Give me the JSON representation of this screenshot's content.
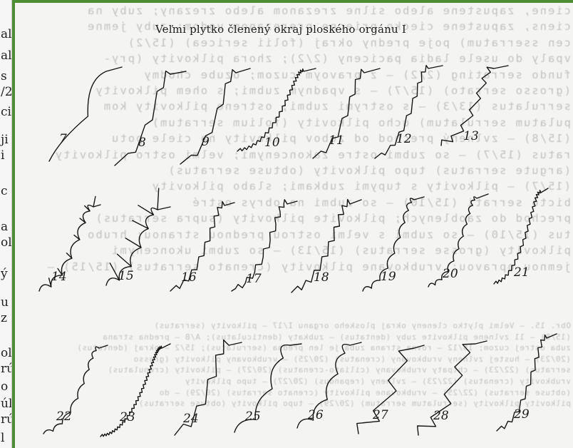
{
  "left_margin_letters": [
    "alc",
    "alc",
    "s",
    "/2",
    "ci",
    "ji",
    "i",
    "c",
    "a",
    "olo",
    "ý",
    "u",
    "z",
    "ol",
    "rú",
    "o",
    "úl",
    "rú",
    "l"
  ],
  "figure_title": "Veľmi plytko členený okraj ploského orgánu I",
  "figure_numbers": [
    "7",
    "8",
    "9",
    "10",
    "11",
    "12",
    "13",
    "14",
    "15",
    "16",
    "17",
    "18",
    "19",
    "20",
    "21",
    "22",
    "23",
    "24",
    "25",
    "26",
    "27",
    "28",
    "29"
  ],
  "bleed_top": [
    "ciene, zapustene alebo silne zrezanom alebo zrezany; zuby na",
    "ciens, zapustene ciecko priecne prerezanom vodom; zuby jemne",
    "cen sserratum) poje predny okraj (folii sericea) (15/2)",
    "vpaly do usele ladia paciceny (2/2); zhora pilkovity (pry-",
    "fundo serrating (2/2) — z pravoym cuzom; ozube chodmy",
    "(grosso serrato) (15/7) — s vpadnym zubmi; s ohem pilkovity",
    "serrulatus (13/3) — s ostrymi zubmi; ostrene pilkovity kom",
    "pulatum serrulatum) ucho pilkovity (folium serratum)",
    "(15/8) — zvlnený prechod od zubov pilkovity na ciele potu",
    "ratus (15/7) — so zubmi ostre zakoncenymi; velmi ostro pilkovity",
    "(argute serratus) tupo pilkovity (obtuse serratus)",
    "(15/7) — pilkovity s tupymi zubkami; slabo pilkovity",
    "bicto serrati (15/10) — so zubmi na obrys ostré",
    "prechod do zaoblenych; pilkovite pilkovity (supra serratus)",
    "tus (15/10) — so zubmi s velmi ostrou prednou stranou; hrubo",
    "pilkovity (grosse serratus) (15/13) — so zubmi ukoncenymi",
    "jemnou opravou; vrubkovane pilkovity (crenato serratus) (15/15) —"
  ],
  "bleed_bottom": [
    "Obr. 15. — Velmi plytko cleneny okraj ploskeho organu I/17 — pilkovity (serratus)",
    "(15/8) — 11 zvlnene pilkovite zuby (dentatus) — zubkaty (denticulatus); A/B — predna strana",
    "zuba ostrej cuzom; 15/12 — rovna strana zuba je len predna (serrulatus); 15/2 — okraj (dentatus)",
    "(20/23) — hustej zvlneny vrubkovany (crenatus) (20/25) — vrubkovany pilkovity (grosso",
    "serratus) (22/23) — chlpaty vrubkovany (ciliato-crenatus) (20/27) — pilkovity (crenulatus)",
    "vrubkovity (crenatus) (22/23) — zvlneny (repandus) (20/27) — tupo pilkovity",
    "(obtuse serratus) (22/25) — vrubkovane pilkovity (crenato serratus) (20/29) — do",
    "pilkovity pilkovity (serrulatum serratum) (20/29) — tupo pilkovity (obtuse serratus)"
  ]
}
